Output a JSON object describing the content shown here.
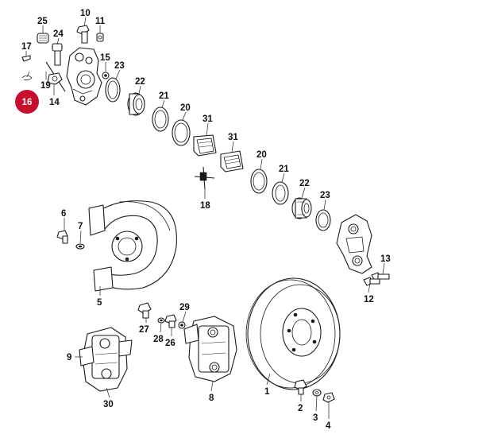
{
  "diagram": {
    "highlight": {
      "label": "16",
      "color": "#c8102e"
    },
    "callouts": {
      "c1": "1",
      "c2": "2",
      "c3": "3",
      "c4": "4",
      "c5": "5",
      "c6": "6",
      "c7": "7",
      "c8": "8",
      "c9": "9",
      "c10": "10",
      "c11": "11",
      "c12": "12",
      "c13": "13",
      "c14": "14",
      "c15": "15",
      "c17": "17",
      "c18": "18",
      "c19": "19",
      "c20a": "20",
      "c20b": "20",
      "c21a": "21",
      "c21b": "21",
      "c22a": "22",
      "c22b": "22",
      "c23a": "23",
      "c23b": "23",
      "c24": "24",
      "c25": "25",
      "c26": "26",
      "c27": "27",
      "c28": "28",
      "c29": "29",
      "c30": "30",
      "c31a": "31",
      "c31b": "31"
    }
  }
}
